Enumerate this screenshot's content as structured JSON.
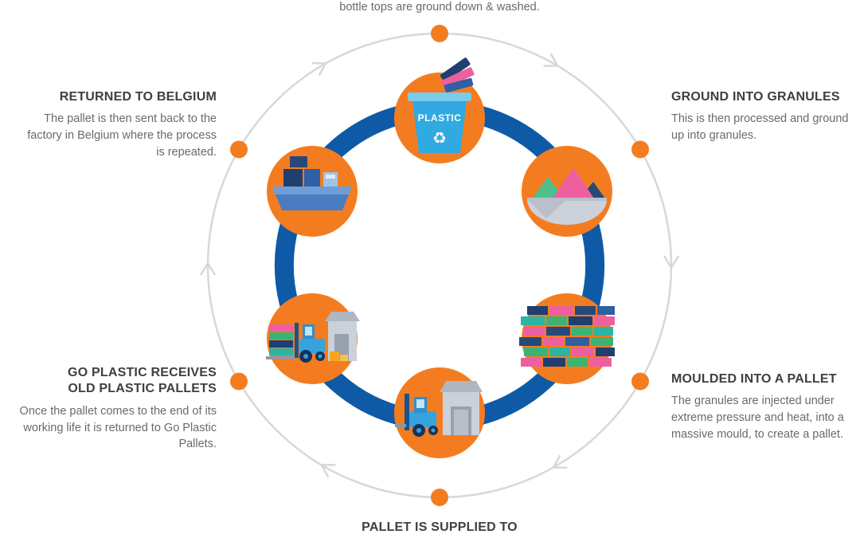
{
  "captions": {
    "top": "bottle tops are ground down & washed.",
    "bottom_title": "PALLET IS SUPPLIED TO"
  },
  "steps": [
    {
      "title": "RETURNED TO BELGIUM",
      "body": "The pallet is then sent back to the factory in Belgium where the process is repeated."
    },
    {
      "title": "GROUND INTO GRANULES",
      "body": "This is then processed and ground up into granules."
    },
    {
      "title": "MOULDED INTO A PALLET",
      "body": "The granules are injected under extreme pressure and heat, into a massive mould, to create a pallet."
    },
    {
      "title": "GO PLASTIC RECEIVES OLD PLASTIC PALLETS",
      "body": "Once the pallet comes to the end of its working life it is returned to Go Plastic Pallets."
    }
  ],
  "bin": {
    "label": "PLASTIC",
    "recycle_symbol": "♻"
  },
  "icon_names": [
    "recycling-bin-icon",
    "granules-bowl-icon",
    "pallet-stack-icon",
    "forklift-warehouse-icon",
    "forklift-pallets-icon",
    "cargo-ship-icon"
  ],
  "colors": {
    "accent_orange": "#F47C20",
    "arc_blue": "#0E5AA7",
    "ring_gray": "#D8D8D8",
    "heading_text": "#3F3F3F",
    "body_text": "#6A6A6A"
  }
}
